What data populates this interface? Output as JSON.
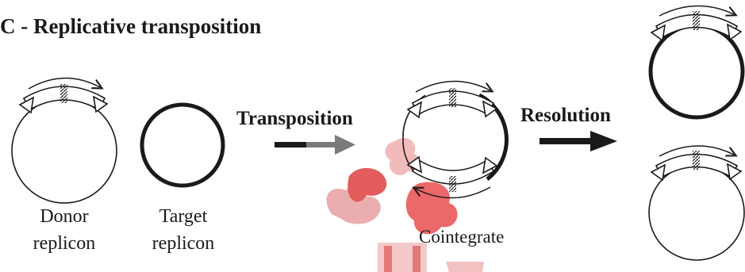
{
  "title": "C - Replicative transposition",
  "steps": {
    "transposition": "Transposition",
    "resolution": "Resolution"
  },
  "labels": {
    "donor_line1": "Donor",
    "donor_line2": "replicon",
    "target_line1": "Target",
    "target_line2": "replicon",
    "cointegrate": "Cointegrate"
  },
  "colors": {
    "ink": "#1a1a1a",
    "arrow_fill": "#7a7a7a",
    "watermark": "#e03030"
  }
}
